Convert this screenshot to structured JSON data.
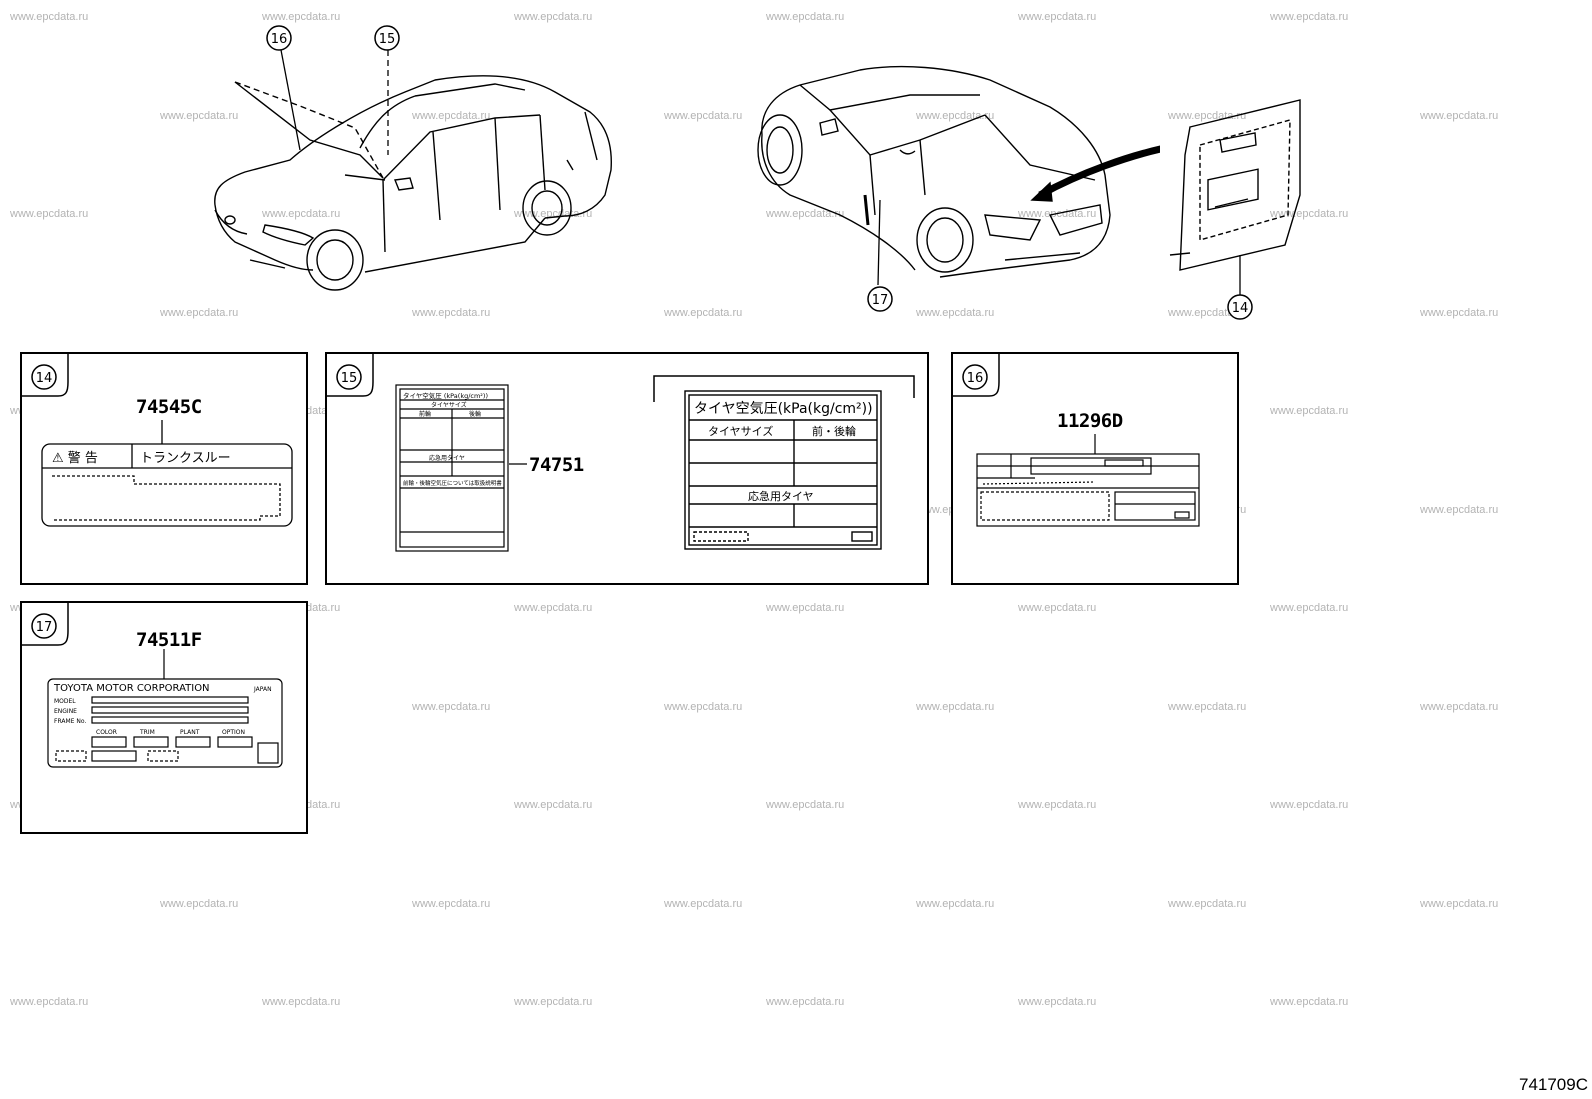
{
  "watermark": "www.epcdata.ru",
  "callouts": {
    "c14": "14",
    "c15": "15",
    "c16": "16",
    "c17": "17"
  },
  "panels": {
    "p14": {
      "num": "14",
      "part_no": "74545C",
      "label_warning": "⚠ 警 告",
      "label_text": "トランクスルー"
    },
    "p15": {
      "num": "15",
      "part_no": "74751",
      "small_title": "タイヤ空気圧 (kPa(kg/cm²))",
      "small_size": "タイヤサイズ",
      "small_front": "前輪",
      "small_rear": "後輪",
      "small_spare": "応急用タイヤ",
      "small_note": "前輪・後輪空気圧については取扱説明書",
      "large_title": "タイヤ空気圧(kPa(kg/cm²))",
      "large_col1": "タイヤサイズ",
      "large_col2": "前・後輪",
      "large_spare": "応急用タイヤ"
    },
    "p16": {
      "num": "16",
      "part_no": "11296D"
    },
    "p17": {
      "num": "17",
      "part_no": "74511F",
      "maker": "TOYOTA MOTOR CORPORATION",
      "country": "JAPAN",
      "row_model": "MODEL",
      "row_engine": "ENGINE",
      "row_frame": "FRAME No.",
      "col_color": "COLOR",
      "col_trim": "TRIM",
      "col_plant": "PLANT",
      "col_option": "OPTION"
    }
  },
  "diagram_code": "741709C"
}
